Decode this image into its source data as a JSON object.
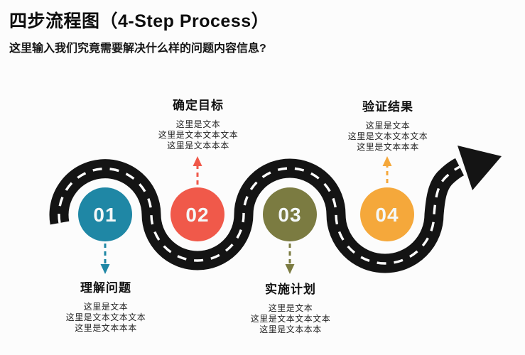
{
  "header": {
    "title": "四步流程图（4-Step Process）",
    "subtitle": "这里输入我们究竟需要解决什么样的问题内容信息?"
  },
  "road": {
    "color": "#141414",
    "centerline_color": "#ffffff"
  },
  "steps": [
    {
      "number": "01",
      "label": "理解问题",
      "lines": [
        "这里是文本",
        "这里是文本文本文本",
        "这里是文本本本"
      ],
      "color": "#1f87a5",
      "label_position": "below"
    },
    {
      "number": "02",
      "label": "确定目标",
      "lines": [
        "这里是文本",
        "这里是文本文本文本",
        "这里是文本本本"
      ],
      "color": "#f0594a",
      "label_position": "above"
    },
    {
      "number": "03",
      "label": "实施计划",
      "lines": [
        "这里是文本",
        "这里是文本文本文本",
        "这里是文本本本"
      ],
      "color": "#7b7b41",
      "label_position": "below"
    },
    {
      "number": "04",
      "label": "验证结果",
      "lines": [
        "这里是文本",
        "这里是文本文本文本",
        "这里是文本本本"
      ],
      "color": "#f5a83b",
      "label_position": "above"
    }
  ]
}
